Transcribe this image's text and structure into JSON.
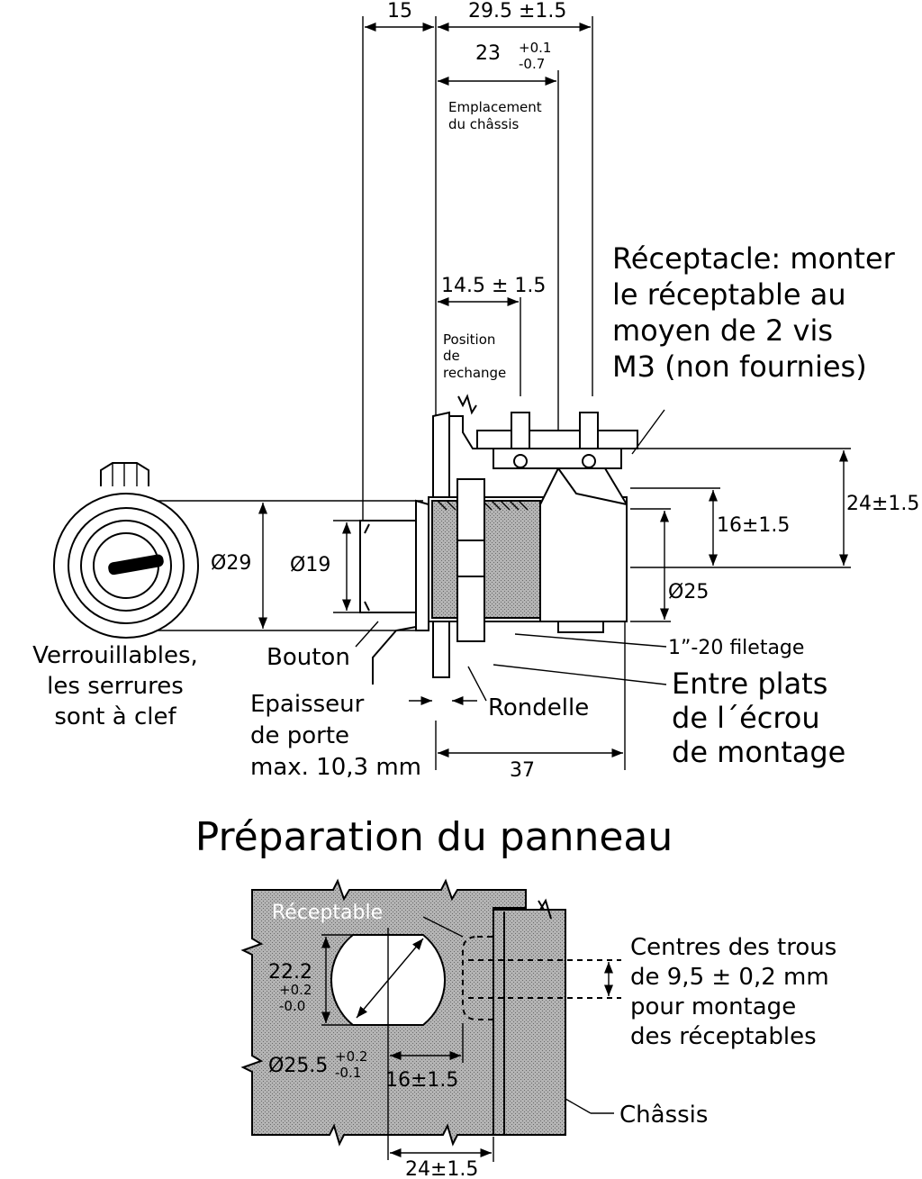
{
  "top_drawing": {
    "dim_15": "15",
    "dim_29_5": "29.5 ±1.5",
    "dim_23": "23",
    "dim_23_tol_plus": "+0.1",
    "dim_23_tol_minus": "-0.7",
    "chassis_location_line1": "Emplacement",
    "chassis_location_line2": "du châssis",
    "dim_14_5": "14.5 ± 1.5",
    "alt_position_line1": "Position",
    "alt_position_line2": "de",
    "alt_position_line3": "rechange",
    "receptacle_note_line1": "Réceptacle: monter",
    "receptacle_note_line2": "le réceptable au",
    "receptacle_note_line3": "moyen de 2 vis",
    "receptacle_note_line4": "M3 (non fournies)",
    "dim_24": "24±1.5",
    "dim_16": "16±1.5",
    "dim_25": "Ø25",
    "dim_29": "Ø29",
    "dim_19": "Ø19",
    "dim_37": "37",
    "thread_label": "1”-20 filetage",
    "nut_label_line1": "Entre plats",
    "nut_label_line2": "de l´écrou",
    "nut_label_line3": "de montage",
    "washer_label": "Rondelle",
    "button_label": "Bouton",
    "door_line1": "Epaisseur",
    "door_line2": "de porte",
    "door_line3": "max. 10,3 mm",
    "lock_line1": "Verrouillables,",
    "lock_line2": "les serrures",
    "lock_line3": "sont à clef"
  },
  "panel_section": {
    "title": "Préparation du panneau",
    "receptable_label": "Réceptable",
    "dim_22_2": "22.2",
    "dim_22_2_plus": "+0.2",
    "dim_22_2_minus": "-0.0",
    "dim_25_5": "Ø25.5",
    "dim_25_5_plus": "+0.2",
    "dim_25_5_minus": "-0.1",
    "dim_16": "16±1.5",
    "dim_24": "24±1.5",
    "holes_line1": "Centres des trous",
    "holes_line2": "de 9,5 ± 0,2 mm",
    "holes_line3": "pour montage",
    "holes_line4": "des réceptables",
    "chassis_label": "Châssis"
  },
  "colors": {
    "ink": "#000000",
    "paper": "#ffffff",
    "panel_fill": "#a8a8a8"
  }
}
